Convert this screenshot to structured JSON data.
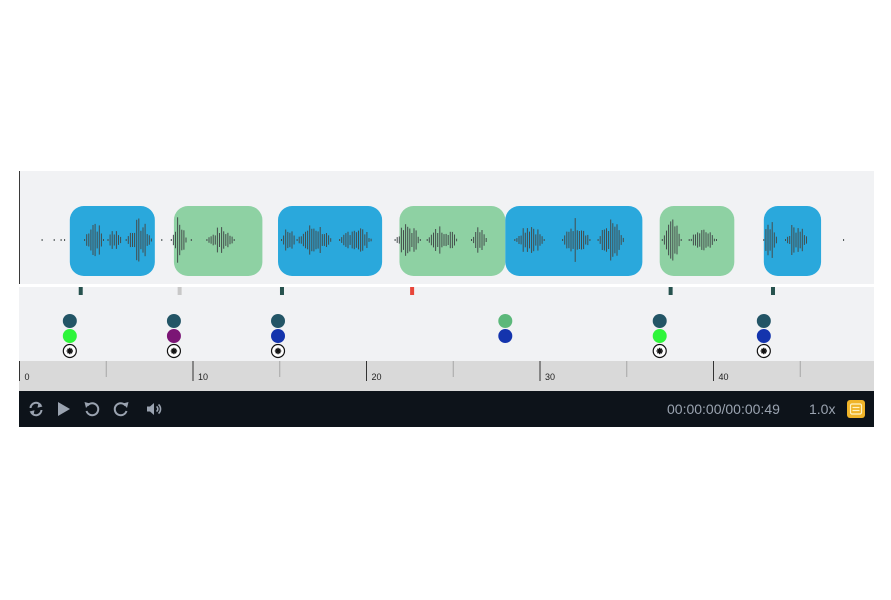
{
  "timeline": {
    "duration_seconds": 49,
    "tick_labels": [
      "0",
      "10",
      "20",
      "30",
      "40"
    ],
    "colors": {
      "segment_speaker_a": "#2aa8dc",
      "segment_speaker_b": "#8ed1a3",
      "waveform": "#444c4c",
      "marker_default": "#27524e",
      "marker_inactive": "#c8c8c8",
      "marker_alert": "#e8463a",
      "dot_teal": "#235566",
      "dot_lime": "#2ef53a",
      "dot_purple": "#7b1575",
      "dot_blue": "#1434ad",
      "dot_green": "#5cb87a"
    }
  },
  "segments": [
    {
      "speaker": "a",
      "start": 2.9,
      "end": 7.8
    },
    {
      "speaker": "b",
      "start": 8.9,
      "end": 14.0
    },
    {
      "speaker": "a",
      "start": 14.9,
      "end": 20.9
    },
    {
      "speaker": "b",
      "start": 21.9,
      "end": 28.0
    },
    {
      "speaker": "a",
      "start": 28.0,
      "end": 35.9
    },
    {
      "speaker": "b",
      "start": 36.9,
      "end": 41.2
    },
    {
      "speaker": "a",
      "start": 42.9,
      "end": 46.2
    }
  ],
  "tick_markers": [
    {
      "time": 3.5,
      "state": "default"
    },
    {
      "time": 9.2,
      "state": "inactive"
    },
    {
      "time": 15.1,
      "state": "default"
    },
    {
      "time": 22.6,
      "state": "alert"
    },
    {
      "time": 37.5,
      "state": "default"
    },
    {
      "time": 43.4,
      "state": "default"
    }
  ],
  "annotation_stacks": [
    {
      "time": 2.9,
      "dots": [
        "dot_teal",
        "dot_lime"
      ],
      "has_star": true
    },
    {
      "time": 8.9,
      "dots": [
        "dot_teal",
        "dot_purple"
      ],
      "has_star": true
    },
    {
      "time": 14.9,
      "dots": [
        "dot_teal",
        "dot_blue"
      ],
      "has_star": true
    },
    {
      "time": 28.0,
      "dots": [
        "dot_green",
        "dot_blue"
      ],
      "has_star": false
    },
    {
      "time": 36.9,
      "dots": [
        "dot_teal",
        "dot_lime"
      ],
      "has_star": true
    },
    {
      "time": 42.9,
      "dots": [
        "dot_teal",
        "dot_blue"
      ],
      "has_star": true
    }
  ],
  "controls": {
    "current_time": "00:00:00",
    "separator": "/",
    "total_time": "00:00:49",
    "speed": "1.0x",
    "icons": [
      "loop-icon",
      "play-icon",
      "rewind-icon",
      "forward-icon",
      "volume-icon",
      "caption-icon"
    ]
  }
}
